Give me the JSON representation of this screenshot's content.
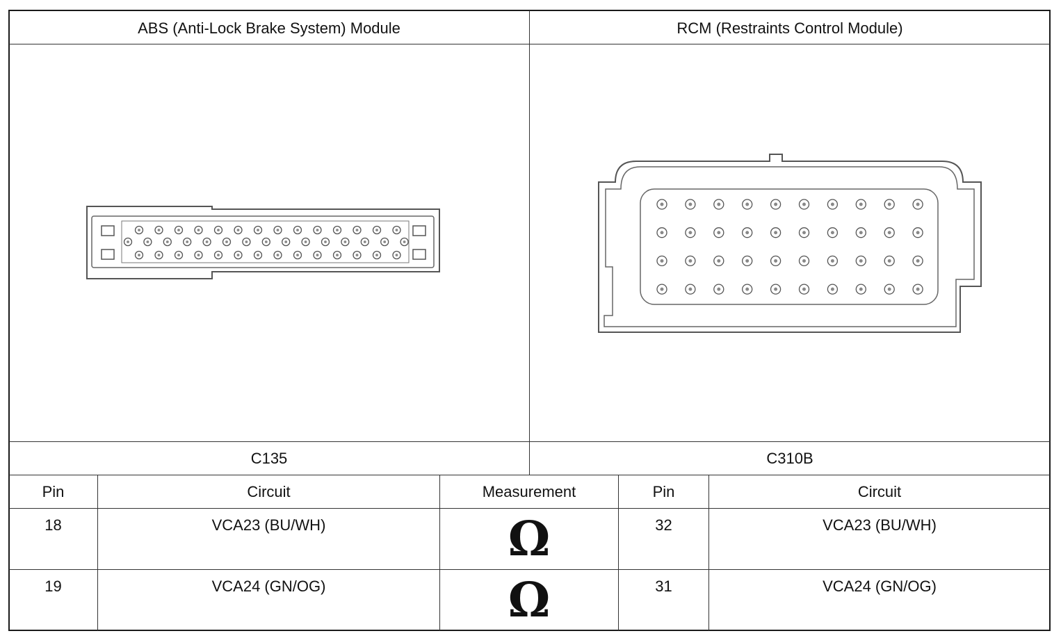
{
  "modules": {
    "left_title": "ABS (Anti-Lock Brake System) Module",
    "right_title": "RCM (Restraints Control Module)",
    "left_connector": "C135",
    "right_connector": "C310B"
  },
  "table": {
    "headers": [
      "Pin",
      "Circuit",
      "Measurement",
      "Pin",
      "Circuit"
    ],
    "rows": [
      {
        "pin_a": "18",
        "circuit_a": "VCA23 (BU/WH)",
        "measurement": "Ω",
        "pin_b": "32",
        "circuit_b": "VCA23 (BU/WH)"
      },
      {
        "pin_a": "19",
        "circuit_a": "VCA24 (GN/OG)",
        "measurement": "Ω",
        "pin_b": "31",
        "circuit_b": "VCA24 (GN/OG)"
      }
    ]
  }
}
